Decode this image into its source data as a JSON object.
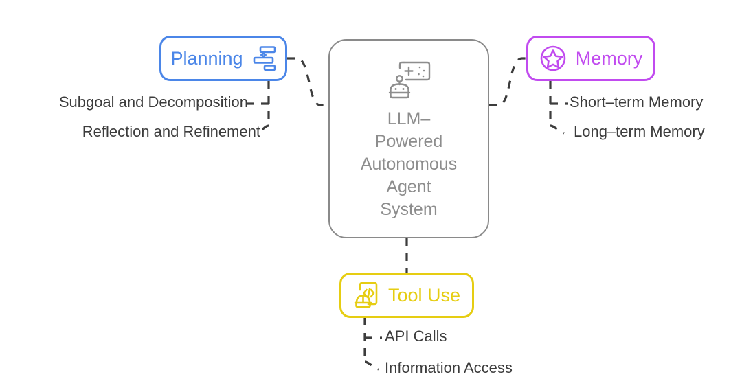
{
  "diagram": {
    "title": "LLM-Powered Autonomous Agent System",
    "type": "mind-map",
    "background_color": "#ffffff"
  },
  "center": {
    "label": "LLM–\nPowered\nAutonomous\nAgent\nSystem",
    "icon": "robot-agent-icon",
    "border_color": "#8a8a8a",
    "text_color": "#8d8d8d"
  },
  "branches": [
    {
      "id": "planning",
      "label": "Planning",
      "icon": "gantt-chart-icon",
      "color": "#4b86e8",
      "position": "left",
      "children": [
        {
          "label": "Subgoal and Decomposition"
        },
        {
          "label": "Reflection and Refinement"
        }
      ]
    },
    {
      "id": "memory",
      "label": "Memory",
      "icon": "star-circle-icon",
      "color": "#c14bef",
      "position": "right",
      "children": [
        {
          "label": "Short–term Memory"
        },
        {
          "label": "Long–term Memory"
        }
      ]
    },
    {
      "id": "tool_use",
      "label": "Tool Use",
      "icon": "code-document-hardhat-icon",
      "color": "#e6cd12",
      "position": "bottom",
      "children": [
        {
          "label": "API Calls"
        },
        {
          "label": "Information Access"
        }
      ]
    }
  ],
  "edges": {
    "style": "dashed",
    "color": "#3c3c3c",
    "leaf_text_color": "#3c3c3c"
  }
}
